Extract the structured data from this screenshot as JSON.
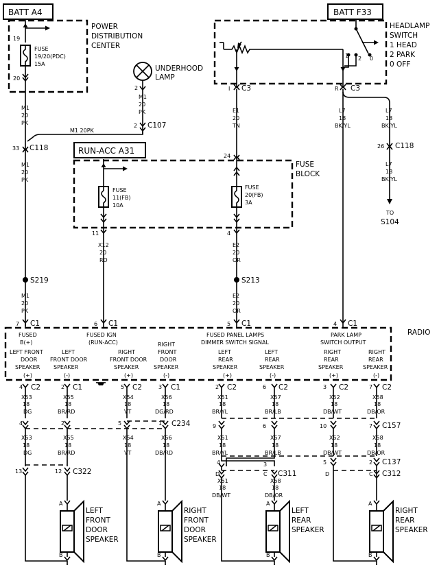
{
  "supplies": {
    "batt_a4": "BATT A4",
    "batt_f33": "BATT F33",
    "run_acc": "RUN-ACC A31"
  },
  "pdc": {
    "line1": "POWER",
    "line2": "DISTRIBUTION",
    "line3": "CENTER",
    "pin_top": "19",
    "pin_bottom": "20",
    "fuse_label": "FUSE",
    "fuse_id": "19/20(PDC)",
    "fuse_rating": "15A"
  },
  "headlamp": {
    "line1": "HEADLAMP",
    "line2": "SWITCH",
    "line3": "1 HEAD",
    "line4": "2 PARK",
    "line5": "0 OFF",
    "contact1": "1",
    "contact2": "2",
    "contact0": "0",
    "pin_i": "I",
    "pin_r": "R",
    "conn": "C3",
    "conn2": "C3"
  },
  "underhood": {
    "line1": "UNDERHOOD",
    "line2": "LAMP",
    "pin": "2",
    "wire": "M1",
    "gauge": "20",
    "color": "PK"
  },
  "c107": {
    "pin": "2",
    "name": "C107"
  },
  "wire_m1_top": {
    "circuit": "M1",
    "gauge": "20",
    "color": "PK"
  },
  "wire_m1_horiz": "M1  20PK",
  "c118_left": {
    "pin": "33",
    "name": "C118"
  },
  "wire_m1_mid": {
    "circuit": "M1",
    "gauge": "20",
    "color": "PK"
  },
  "wire_e1": {
    "circuit": "E1",
    "gauge": "20",
    "color": "TN"
  },
  "wire_l7_a": {
    "circuit": "L7",
    "gauge": "18",
    "color": "BK/YL"
  },
  "wire_l7_b": {
    "circuit": "L7",
    "gauge": "18",
    "color": "BK/YL"
  },
  "c118_right": {
    "pin": "26",
    "name": "C118"
  },
  "wire_l7_c": {
    "circuit": "L7",
    "gauge": "18",
    "color": "BK/YL"
  },
  "to_s104": {
    "line1": "TO",
    "line2": "S104"
  },
  "fuse_block": {
    "line1": "FUSE",
    "line2": "BLOCK",
    "pin_in": "24",
    "pin_left": "11",
    "pin_right": "4"
  },
  "fuse11": {
    "label": "FUSE",
    "id": "11(FB)",
    "rating": "10A"
  },
  "fuse20": {
    "label": "FUSE",
    "id": "20(FB)",
    "rating": "3A"
  },
  "wire_x12": {
    "circuit": "X12",
    "gauge": "20",
    "color": "RD"
  },
  "wire_e2_a": {
    "circuit": "E2",
    "gauge": "20",
    "color": "OR"
  },
  "s219": "S219",
  "s213": "S213",
  "wire_m1_low": {
    "circuit": "M1",
    "gauge": "20",
    "color": "PK"
  },
  "wire_e2_b": {
    "circuit": "E2",
    "gauge": "20",
    "color": "OR"
  },
  "radio_pins": {
    "p7": "7",
    "p6": "6",
    "p5": "5",
    "p4": "4",
    "conn": "C1"
  },
  "radio": {
    "title": "RADIO",
    "fused_b_1": "FUSED",
    "fused_b_2": "B(+)",
    "fused_ign_1": "FUSED IGN",
    "fused_ign_2": "(RUN-ACC)",
    "panel_1": "FUSED PANEL LAMPS",
    "panel_2": "DIMMER SWITCH SIGNAL",
    "park_1": "PARK LAMP",
    "park_2": "SWITCH OUTPUT",
    "s1": [
      "LEFT FRONT",
      "DOOR",
      "SPEAKER",
      "(+)"
    ],
    "s2": [
      "LEFT",
      "FRONT DOOR",
      "SPEAKER",
      "(-)"
    ],
    "s3": [
      "RIGHT",
      "FRONT DOOR",
      "SPEAKER",
      "(+)"
    ],
    "s4": [
      "RIGHT",
      "FRONT",
      "DOOR",
      "SPEAKER",
      "(-)"
    ],
    "s5": [
      "LEFT",
      "REAR",
      "SPEAKER",
      "(+)"
    ],
    "s6": [
      "LEFT",
      "REAR",
      "SPEAKER",
      "(-)"
    ],
    "s7": [
      "RIGHT",
      "REAR",
      "SPEAKER",
      "(+)"
    ],
    "s8": [
      "RIGHT",
      "REAR",
      "SPEAKER",
      "(-)"
    ]
  },
  "col1": {
    "pin": "4",
    "conn": "C2",
    "circuit": "X53",
    "gauge": "18",
    "color": "DG",
    "pin2": "4",
    "circuit2": "X53",
    "gauge2": "18",
    "color2": "DG",
    "pin3": "13"
  },
  "col2": {
    "pin": "2",
    "conn": "C1",
    "circuit": "X55",
    "gauge": "18",
    "color": "BR/RD",
    "pin2": "2",
    "circuit2": "X55",
    "gauge2": "18",
    "color2": "BR/RD",
    "pin3": "12",
    "conn3": "C322"
  },
  "col3": {
    "pin": "5",
    "conn": "C2",
    "circuit": "X54",
    "gauge": "18",
    "color": "VT",
    "pin2": "5",
    "circuit2": "X54",
    "gauge2": "18",
    "color2": "VT"
  },
  "col4": {
    "pin": "3",
    "conn": "C1",
    "circuit": "X56",
    "gauge": "18",
    "color": "DG/RD",
    "pin2": "1",
    "conn2": "C234",
    "circuit2": "X56",
    "gauge2": "18",
    "color2": "DB/RD"
  },
  "col5": {
    "pin": "2",
    "conn": "C2",
    "circuit": "X51",
    "gauge": "18",
    "color": "BR/YL",
    "pin2": "9",
    "circuit2": "X51",
    "gauge2": "18",
    "color2": "BR/YL",
    "pin3": "4",
    "pin4": "D",
    "circuit4": "X51",
    "gauge4": "18",
    "color4": "DB/WT"
  },
  "col6": {
    "pin": "6",
    "conn": "C2",
    "circuit": "X57",
    "gauge": "18",
    "color": "BR/LB",
    "pin2": "6",
    "circuit2": "X57",
    "gauge2": "18",
    "color2": "BR/LB",
    "pin3": "3",
    "pin4": "C",
    "conn4": "C311",
    "circuit4": "X58",
    "gauge4": "18",
    "color4": "DB/OR"
  },
  "col7": {
    "pin": "3",
    "conn": "C2",
    "circuit": "X52",
    "gauge": "18",
    "color": "DB/WT",
    "pin2": "10",
    "circuit2": "X52",
    "gauge2": "18",
    "color2": "DB/WT",
    "pin3": "5",
    "pin4": "D"
  },
  "col8": {
    "pin": "7",
    "conn": "C2",
    "circuit": "X58",
    "gauge": "18",
    "color": "DB/OR",
    "pin2": "7",
    "conn2": "C157",
    "circuit2": "X58",
    "gauge2": "18",
    "color2": "DB/OR",
    "pin3": "2",
    "conn3": "C137",
    "pin4": "C",
    "conn4": "C312"
  },
  "speakers": {
    "lf": [
      "LEFT",
      "FRONT",
      "DOOR",
      "SPEAKER"
    ],
    "rf": [
      "RIGHT",
      "FRONT",
      "DOOR",
      "SPEAKER"
    ],
    "lr": [
      "LEFT",
      "REAR",
      "SPEAKER"
    ],
    "rr": [
      "RIGHT",
      "REAR",
      "SPEAKER"
    ],
    "pin_a": "A",
    "pin_b": "B"
  }
}
